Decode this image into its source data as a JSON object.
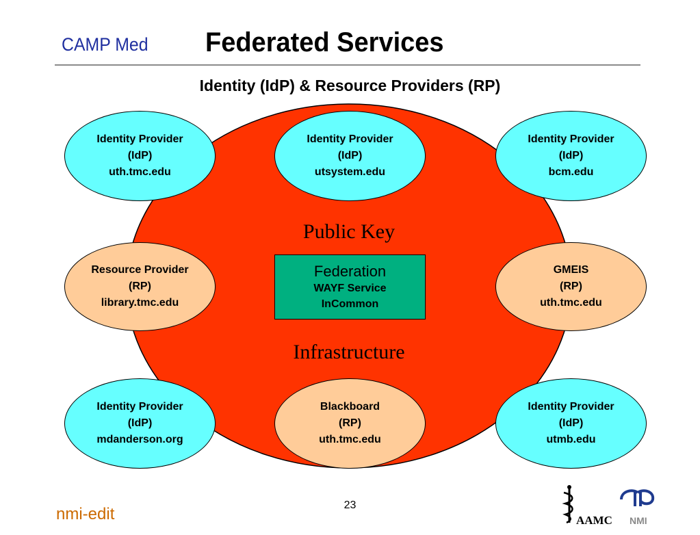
{
  "header": {
    "brand": "CAMP Med",
    "title": "Federated Services",
    "subtitle": "Identity (IdP) & Resource Providers (RP)"
  },
  "diagram": {
    "background_label_top": "Public Key",
    "background_label_bottom": "Infrastructure",
    "center": {
      "line1": "Federation",
      "line2": "WAYF Service",
      "line3": "InCommon"
    },
    "nodes": [
      {
        "kind": "idp",
        "line1": "Identity Provider",
        "line2": "(IdP)",
        "line3": "uth.tmc.edu"
      },
      {
        "kind": "idp",
        "line1": "Identity Provider",
        "line2": "(IdP)",
        "line3": "utsystem.edu"
      },
      {
        "kind": "idp",
        "line1": "Identity Provider",
        "line2": "(IdP)",
        "line3": "bcm.edu"
      },
      {
        "kind": "rp",
        "line1": "Resource Provider",
        "line2": "(RP)",
        "line3": "library.tmc.edu"
      },
      {
        "kind": "rp",
        "line1": "GMEIS",
        "line2": "(RP)",
        "line3": "uth.tmc.edu"
      },
      {
        "kind": "idp",
        "line1": "Identity Provider",
        "line2": "(IdP)",
        "line3": "mdanderson.org"
      },
      {
        "kind": "rp",
        "line1": "Blackboard",
        "line2": "(RP)",
        "line3": "uth.tmc.edu"
      },
      {
        "kind": "idp",
        "line1": "Identity Provider",
        "line2": "(IdP)",
        "line3": "utmb.edu"
      }
    ],
    "colors": {
      "pki": "#ff3300",
      "idp": "#66ffff",
      "rp": "#ffcc99",
      "federation": "#00b080"
    }
  },
  "footer": {
    "page_number": "23",
    "left_text": "nmi-edit",
    "logo_aamc": "AAMC",
    "logo_nmi": "NMI"
  }
}
